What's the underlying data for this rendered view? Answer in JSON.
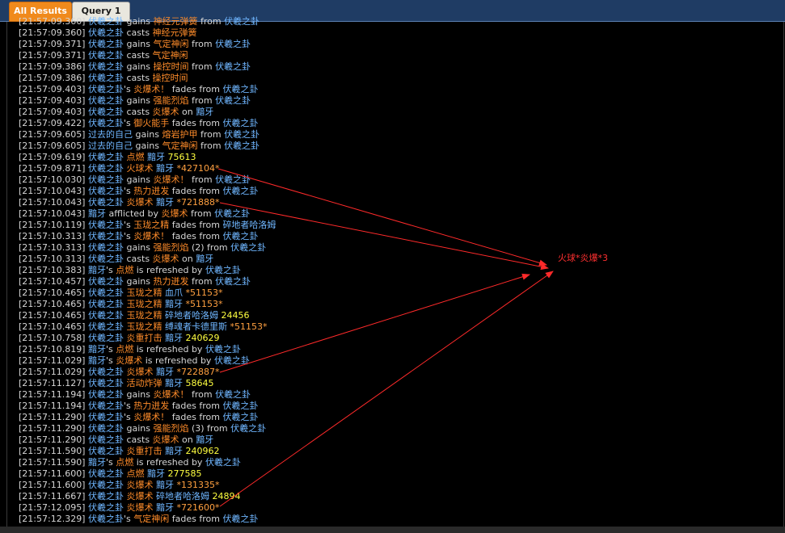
{
  "tabs": [
    "All Results",
    "Query 1"
  ],
  "annotation": "火球*炎爆*3",
  "colors": {
    "name": "#6fb6ff",
    "spell": "#ff8c2a",
    "hit": "#ffff40",
    "crit": "#ffa040",
    "text": "#d6d6d6",
    "arrow": "#ff2a2a"
  },
  "log_lines": [
    [
      [
        "t",
        "[21:57:09.360] "
      ],
      [
        "n",
        "伏羲之卦"
      ],
      [
        "t",
        " gains "
      ],
      [
        "s",
        "神经元弹簧"
      ],
      [
        "t",
        " from "
      ],
      [
        "n",
        "伏羲之卦"
      ]
    ],
    [
      [
        "t",
        "[21:57:09.360] "
      ],
      [
        "n",
        "伏羲之卦"
      ],
      [
        "t",
        " casts "
      ],
      [
        "s",
        "神经元弹簧"
      ]
    ],
    [
      [
        "t",
        "[21:57:09.371] "
      ],
      [
        "n",
        "伏羲之卦"
      ],
      [
        "t",
        " gains "
      ],
      [
        "s",
        "气定神闲"
      ],
      [
        "t",
        " from "
      ],
      [
        "n",
        "伏羲之卦"
      ]
    ],
    [
      [
        "t",
        "[21:57:09.371] "
      ],
      [
        "n",
        "伏羲之卦"
      ],
      [
        "t",
        " casts "
      ],
      [
        "s",
        "气定神闲"
      ]
    ],
    [
      [
        "t",
        "[21:57:09.386] "
      ],
      [
        "n",
        "伏羲之卦"
      ],
      [
        "t",
        " gains "
      ],
      [
        "s",
        "操控时间"
      ],
      [
        "t",
        " from "
      ],
      [
        "n",
        "伏羲之卦"
      ]
    ],
    [
      [
        "t",
        "[21:57:09.386] "
      ],
      [
        "n",
        "伏羲之卦"
      ],
      [
        "t",
        " casts "
      ],
      [
        "s",
        "操控时间"
      ]
    ],
    [
      [
        "t",
        "[21:57:09.403] "
      ],
      [
        "n",
        "伏羲之卦"
      ],
      [
        "t",
        "'s "
      ],
      [
        "s",
        "炎爆术！"
      ],
      [
        "t",
        " fades from "
      ],
      [
        "n",
        "伏羲之卦"
      ]
    ],
    [
      [
        "t",
        "[21:57:09.403] "
      ],
      [
        "n",
        "伏羲之卦"
      ],
      [
        "t",
        " gains "
      ],
      [
        "s",
        "强能烈焰"
      ],
      [
        "t",
        " from "
      ],
      [
        "n",
        "伏羲之卦"
      ]
    ],
    [
      [
        "t",
        "[21:57:09.403] "
      ],
      [
        "n",
        "伏羲之卦"
      ],
      [
        "t",
        " casts "
      ],
      [
        "s",
        "炎爆术"
      ],
      [
        "t",
        " on "
      ],
      [
        "n",
        "黯牙"
      ]
    ],
    [
      [
        "t",
        "[21:57:09.422] "
      ],
      [
        "n",
        "伏羲之卦"
      ],
      [
        "t",
        "'s "
      ],
      [
        "s",
        "御火能手"
      ],
      [
        "t",
        " fades from "
      ],
      [
        "n",
        "伏羲之卦"
      ]
    ],
    [
      [
        "t",
        "[21:57:09.605] "
      ],
      [
        "n",
        "过去的自己"
      ],
      [
        "t",
        " gains "
      ],
      [
        "s",
        "熔岩护甲"
      ],
      [
        "t",
        " from "
      ],
      [
        "n",
        "伏羲之卦"
      ]
    ],
    [
      [
        "t",
        "[21:57:09.605] "
      ],
      [
        "n",
        "过去的自己"
      ],
      [
        "t",
        " gains "
      ],
      [
        "s",
        "气定神闲"
      ],
      [
        "t",
        " from "
      ],
      [
        "n",
        "伏羲之卦"
      ]
    ],
    [
      [
        "t",
        "[21:57:09.619] "
      ],
      [
        "n",
        "伏羲之卦"
      ],
      [
        "t",
        " "
      ],
      [
        "s",
        "点燃"
      ],
      [
        "t",
        " "
      ],
      [
        "n",
        "黯牙"
      ],
      [
        "t",
        " "
      ],
      [
        "h",
        "75613"
      ]
    ],
    [
      [
        "t",
        "[21:57:09.871] "
      ],
      [
        "n",
        "伏羲之卦"
      ],
      [
        "t",
        " "
      ],
      [
        "s",
        "火球术"
      ],
      [
        "t",
        " "
      ],
      [
        "n",
        "黯牙"
      ],
      [
        "t",
        " "
      ],
      [
        "c",
        "*427104*"
      ]
    ],
    [
      [
        "t",
        "[21:57:10.030] "
      ],
      [
        "n",
        "伏羲之卦"
      ],
      [
        "t",
        " gains "
      ],
      [
        "s",
        "炎爆术！"
      ],
      [
        "t",
        " from "
      ],
      [
        "n",
        "伏羲之卦"
      ]
    ],
    [
      [
        "t",
        "[21:57:10.043] "
      ],
      [
        "n",
        "伏羲之卦"
      ],
      [
        "t",
        "'s "
      ],
      [
        "s",
        "热力迸发"
      ],
      [
        "t",
        " fades from "
      ],
      [
        "n",
        "伏羲之卦"
      ]
    ],
    [
      [
        "t",
        "[21:57:10.043] "
      ],
      [
        "n",
        "伏羲之卦"
      ],
      [
        "t",
        " "
      ],
      [
        "s",
        "炎爆术"
      ],
      [
        "t",
        " "
      ],
      [
        "n",
        "黯牙"
      ],
      [
        "t",
        " "
      ],
      [
        "c",
        "*721888*"
      ]
    ],
    [
      [
        "t",
        "[21:57:10.043] "
      ],
      [
        "n",
        "黯牙"
      ],
      [
        "t",
        " afflicted by "
      ],
      [
        "s",
        "炎爆术"
      ],
      [
        "t",
        " from "
      ],
      [
        "n",
        "伏羲之卦"
      ]
    ],
    [
      [
        "t",
        "[21:57:10.119] "
      ],
      [
        "n",
        "伏羲之卦"
      ],
      [
        "t",
        "'s "
      ],
      [
        "s",
        "玉珑之精"
      ],
      [
        "t",
        " fades from "
      ],
      [
        "n",
        "碎地者哈洛姆"
      ]
    ],
    [
      [
        "t",
        "[21:57:10.313] "
      ],
      [
        "n",
        "伏羲之卦"
      ],
      [
        "t",
        "'s "
      ],
      [
        "s",
        "炎爆术！"
      ],
      [
        "t",
        " fades from "
      ],
      [
        "n",
        "伏羲之卦"
      ]
    ],
    [
      [
        "t",
        "[21:57:10.313] "
      ],
      [
        "n",
        "伏羲之卦"
      ],
      [
        "t",
        " gains "
      ],
      [
        "s",
        "强能烈焰"
      ],
      [
        "t",
        " (2) from "
      ],
      [
        "n",
        "伏羲之卦"
      ]
    ],
    [
      [
        "t",
        "[21:57:10.313] "
      ],
      [
        "n",
        "伏羲之卦"
      ],
      [
        "t",
        " casts "
      ],
      [
        "s",
        "炎爆术"
      ],
      [
        "t",
        " on "
      ],
      [
        "n",
        "黯牙"
      ]
    ],
    [
      [
        "t",
        "[21:57:10.383] "
      ],
      [
        "n",
        "黯牙"
      ],
      [
        "t",
        "'s "
      ],
      [
        "s",
        "点燃"
      ],
      [
        "t",
        " is refreshed by "
      ],
      [
        "n",
        "伏羲之卦"
      ]
    ],
    [
      [
        "t",
        "[21:57:10.457] "
      ],
      [
        "n",
        "伏羲之卦"
      ],
      [
        "t",
        " gains "
      ],
      [
        "s",
        "热力迸发"
      ],
      [
        "t",
        " from "
      ],
      [
        "n",
        "伏羲之卦"
      ]
    ],
    [
      [
        "t",
        "[21:57:10.465] "
      ],
      [
        "n",
        "伏羲之卦"
      ],
      [
        "t",
        " "
      ],
      [
        "s",
        "玉珑之精"
      ],
      [
        "t",
        " "
      ],
      [
        "n",
        "血爪"
      ],
      [
        "t",
        " "
      ],
      [
        "c",
        "*51153*"
      ]
    ],
    [
      [
        "t",
        "[21:57:10.465] "
      ],
      [
        "n",
        "伏羲之卦"
      ],
      [
        "t",
        " "
      ],
      [
        "s",
        "玉珑之精"
      ],
      [
        "t",
        " "
      ],
      [
        "n",
        "黯牙"
      ],
      [
        "t",
        " "
      ],
      [
        "c",
        "*51153*"
      ]
    ],
    [
      [
        "t",
        "[21:57:10.465] "
      ],
      [
        "n",
        "伏羲之卦"
      ],
      [
        "t",
        " "
      ],
      [
        "s",
        "玉珑之精"
      ],
      [
        "t",
        " "
      ],
      [
        "n",
        "碎地者哈洛姆"
      ],
      [
        "t",
        " "
      ],
      [
        "h",
        "24456"
      ]
    ],
    [
      [
        "t",
        "[21:57:10.465] "
      ],
      [
        "n",
        "伏羲之卦"
      ],
      [
        "t",
        " "
      ],
      [
        "s",
        "玉珑之精"
      ],
      [
        "t",
        " "
      ],
      [
        "n",
        "缚魂者卡德里斯"
      ],
      [
        "t",
        " "
      ],
      [
        "c",
        "*51153*"
      ]
    ],
    [
      [
        "t",
        "[21:57:10.758] "
      ],
      [
        "n",
        "伏羲之卦"
      ],
      [
        "t",
        " "
      ],
      [
        "s",
        "炎重打击"
      ],
      [
        "t",
        " "
      ],
      [
        "n",
        "黯牙"
      ],
      [
        "t",
        " "
      ],
      [
        "h",
        "240629"
      ]
    ],
    [
      [
        "t",
        "[21:57:10.819] "
      ],
      [
        "n",
        "黯牙"
      ],
      [
        "t",
        "'s "
      ],
      [
        "s",
        "点燃"
      ],
      [
        "t",
        " is refreshed by "
      ],
      [
        "n",
        "伏羲之卦"
      ]
    ],
    [
      [
        "t",
        "[21:57:11.029] "
      ],
      [
        "n",
        "黯牙"
      ],
      [
        "t",
        "'s "
      ],
      [
        "s",
        "炎爆术"
      ],
      [
        "t",
        " is refreshed by "
      ],
      [
        "n",
        "伏羲之卦"
      ]
    ],
    [
      [
        "t",
        "[21:57:11.029] "
      ],
      [
        "n",
        "伏羲之卦"
      ],
      [
        "t",
        " "
      ],
      [
        "s",
        "炎爆术"
      ],
      [
        "t",
        " "
      ],
      [
        "n",
        "黯牙"
      ],
      [
        "t",
        " "
      ],
      [
        "c",
        "*722887*"
      ]
    ],
    [
      [
        "t",
        "[21:57:11.127] "
      ],
      [
        "n",
        "伏羲之卦"
      ],
      [
        "t",
        " "
      ],
      [
        "s",
        "活动炸弹"
      ],
      [
        "t",
        " "
      ],
      [
        "n",
        "黯牙"
      ],
      [
        "t",
        " "
      ],
      [
        "h",
        "58645"
      ]
    ],
    [
      [
        "t",
        "[21:57:11.194] "
      ],
      [
        "n",
        "伏羲之卦"
      ],
      [
        "t",
        " gains "
      ],
      [
        "s",
        "炎爆术！"
      ],
      [
        "t",
        " from "
      ],
      [
        "n",
        "伏羲之卦"
      ]
    ],
    [
      [
        "t",
        "[21:57:11.194] "
      ],
      [
        "n",
        "伏羲之卦"
      ],
      [
        "t",
        "'s "
      ],
      [
        "s",
        "热力迸发"
      ],
      [
        "t",
        " fades from "
      ],
      [
        "n",
        "伏羲之卦"
      ]
    ],
    [
      [
        "t",
        "[21:57:11.290] "
      ],
      [
        "n",
        "伏羲之卦"
      ],
      [
        "t",
        "'s "
      ],
      [
        "s",
        "炎爆术！"
      ],
      [
        "t",
        " fades from "
      ],
      [
        "n",
        "伏羲之卦"
      ]
    ],
    [
      [
        "t",
        "[21:57:11.290] "
      ],
      [
        "n",
        "伏羲之卦"
      ],
      [
        "t",
        " gains "
      ],
      [
        "s",
        "强能烈焰"
      ],
      [
        "t",
        " (3) from "
      ],
      [
        "n",
        "伏羲之卦"
      ]
    ],
    [
      [
        "t",
        "[21:57:11.290] "
      ],
      [
        "n",
        "伏羲之卦"
      ],
      [
        "t",
        " casts "
      ],
      [
        "s",
        "炎爆术"
      ],
      [
        "t",
        " on "
      ],
      [
        "n",
        "黯牙"
      ]
    ],
    [
      [
        "t",
        "[21:57:11.590] "
      ],
      [
        "n",
        "伏羲之卦"
      ],
      [
        "t",
        " "
      ],
      [
        "s",
        "炎重打击"
      ],
      [
        "t",
        " "
      ],
      [
        "n",
        "黯牙"
      ],
      [
        "t",
        " "
      ],
      [
        "h",
        "240962"
      ]
    ],
    [
      [
        "t",
        "[21:57:11.590] "
      ],
      [
        "n",
        "黯牙"
      ],
      [
        "t",
        "'s "
      ],
      [
        "s",
        "点燃"
      ],
      [
        "t",
        " is refreshed by "
      ],
      [
        "n",
        "伏羲之卦"
      ]
    ],
    [
      [
        "t",
        "[21:57:11.600] "
      ],
      [
        "n",
        "伏羲之卦"
      ],
      [
        "t",
        " "
      ],
      [
        "s",
        "点燃"
      ],
      [
        "t",
        " "
      ],
      [
        "n",
        "黯牙"
      ],
      [
        "t",
        " "
      ],
      [
        "h",
        "277585"
      ]
    ],
    [
      [
        "t",
        "[21:57:11.600] "
      ],
      [
        "n",
        "伏羲之卦"
      ],
      [
        "t",
        " "
      ],
      [
        "s",
        "炎爆术"
      ],
      [
        "t",
        " "
      ],
      [
        "n",
        "黯牙"
      ],
      [
        "t",
        " "
      ],
      [
        "c",
        "*131335*"
      ]
    ],
    [
      [
        "t",
        "[21:57:11.667] "
      ],
      [
        "n",
        "伏羲之卦"
      ],
      [
        "t",
        " "
      ],
      [
        "s",
        "炎爆术"
      ],
      [
        "t",
        " "
      ],
      [
        "n",
        "碎地者哈洛姆"
      ],
      [
        "t",
        " "
      ],
      [
        "h",
        "24894"
      ]
    ],
    [
      [
        "t",
        "[21:57:12.095] "
      ],
      [
        "n",
        "伏羲之卦"
      ],
      [
        "t",
        " "
      ],
      [
        "s",
        "炎爆术"
      ],
      [
        "t",
        " "
      ],
      [
        "n",
        "黯牙"
      ],
      [
        "t",
        " "
      ],
      [
        "c",
        "*721600*"
      ]
    ],
    [
      [
        "t",
        "[21:57:12.329] "
      ],
      [
        "n",
        "伏羲之卦"
      ],
      [
        "t",
        "'s "
      ],
      [
        "s",
        "气定神闲"
      ],
      [
        "t",
        " fades from "
      ],
      [
        "n",
        "伏羲之卦"
      ]
    ]
  ]
}
